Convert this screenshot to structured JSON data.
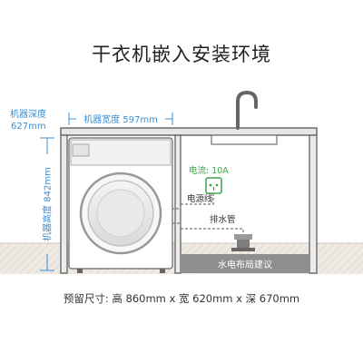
{
  "title": "干衣机嵌入安装环境",
  "dimensions": {
    "depth_label": "机器深度",
    "depth_value": "627mm",
    "width_label": "机器宽度 597mm",
    "height_label": "机器高度 842mm"
  },
  "labels": {
    "current": "电流: 10A",
    "power_cord": "电源线",
    "drain_pipe": "排水管",
    "utility_advice": "水电布局建议"
  },
  "caption": "预留尺寸: 高 860mm x 宽 620mm x 深 670mm",
  "colors": {
    "accent_blue": "#3a8fd6",
    "green": "#3aa64a",
    "outline": "#555555",
    "floor": "#efe9e4",
    "band": "#8f8f8f"
  }
}
